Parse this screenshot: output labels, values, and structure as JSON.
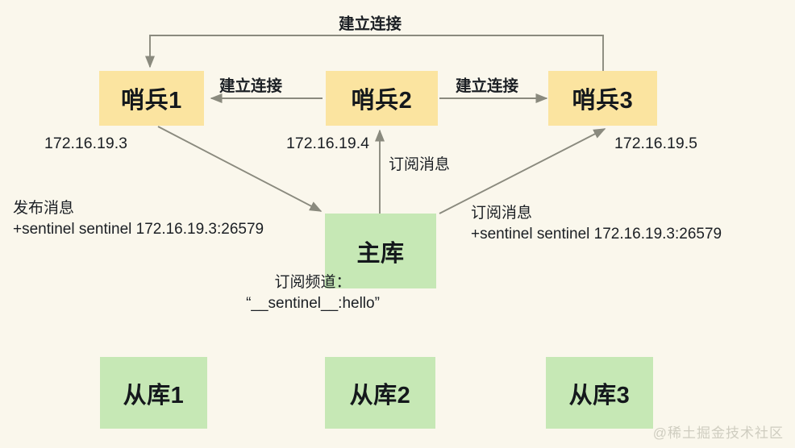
{
  "diagram": {
    "title": "Redis Sentinel pub/sub topology",
    "background_color": "#faf7ec",
    "sentinel_color": "#fbe4a0",
    "db_color": "#c6e8b5",
    "line_color": "#8a8a7e",
    "text_color": "#1b1f24"
  },
  "nodes": {
    "sentinel1": "哨兵1",
    "sentinel2": "哨兵2",
    "sentinel3": "哨兵3",
    "master": "主库",
    "slave1": "从库1",
    "slave2": "从库2",
    "slave3": "从库3"
  },
  "ips": {
    "sentinel1": "172.16.19.3",
    "sentinel2": "172.16.19.4",
    "sentinel3": "172.16.19.5"
  },
  "edges": {
    "top_connect": "建立连接",
    "s2_to_s1": "建立连接",
    "s2_to_s3": "建立连接",
    "master_to_s2": "订阅消息"
  },
  "messages": {
    "publish_title": "发布消息",
    "publish_body": "+sentinel sentinel 172.16.19.3:26579",
    "subscribe_title": "订阅消息",
    "subscribe_body": "+sentinel sentinel 172.16.19.3:26579",
    "channel_title": "订阅频道：",
    "channel_name": "“__sentinel__:hello”"
  },
  "watermark": "@稀土掘金技术社区"
}
